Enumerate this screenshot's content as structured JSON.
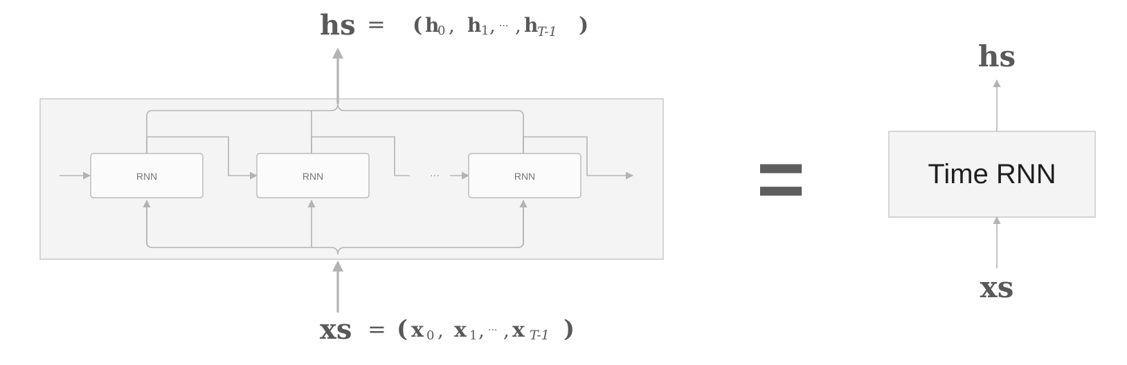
{
  "top_formula": {
    "lhs": "hs",
    "equals": "=",
    "open": "(",
    "terms": [
      "h",
      "0",
      ",",
      "h",
      "1",
      ",",
      "···",
      ",",
      "h",
      "T-1"
    ],
    "close": ")"
  },
  "bottom_formula": {
    "lhs": "xs",
    "equals": "=",
    "open": "(",
    "terms": [
      "x",
      "0",
      ",",
      "x",
      "1",
      ",",
      "···",
      ",",
      "x",
      "T-1"
    ],
    "close": ")"
  },
  "rnn_blocks": [
    "RNN",
    "RNN",
    "RNN"
  ],
  "ellipsis": "···",
  "equals_sign": "=",
  "time_rnn": {
    "label": "Time RNN",
    "output": "hs",
    "input": "xs"
  }
}
